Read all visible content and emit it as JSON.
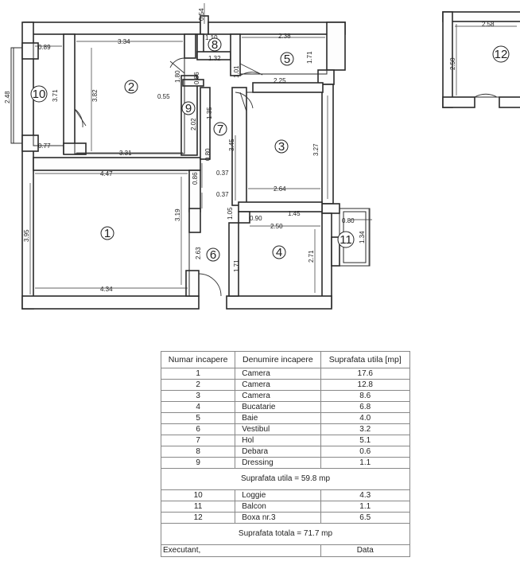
{
  "rooms": [
    {
      "number": "1"
    },
    {
      "number": "2"
    },
    {
      "number": "3"
    },
    {
      "number": "4"
    },
    {
      "number": "5"
    },
    {
      "number": "6"
    },
    {
      "number": "7"
    },
    {
      "number": "8"
    },
    {
      "number": "9"
    },
    {
      "number": "10"
    },
    {
      "number": "11"
    },
    {
      "number": "12"
    }
  ],
  "dimensions": {
    "d_054": "0.54",
    "d_089": "0.89",
    "d_334": "3.34",
    "d_110": "1.10",
    "d_238": "2.38",
    "d_258": "2.58",
    "d_250_box": "2.50",
    "d_248": "2.48",
    "d_371": "3.71",
    "d_382": "3.82",
    "d_180": "1.80",
    "d_086a": "0.86",
    "d_132": "1.32",
    "d_101": "1.01",
    "d_171a": "1.71",
    "d_225": "2.25",
    "d_055": "0.55",
    "d_202": "2.02",
    "d_135": "1.35",
    "d_077": "0.77",
    "d_331": "3.31",
    "d_080": "0.80",
    "d_345": "3.45",
    "d_327": "3.27",
    "d_447": "4.47",
    "d_037a": "0.37",
    "d_086b": "0.86",
    "d_037b": "0.37",
    "d_264": "2.64",
    "d_090": "0.90",
    "d_145": "1.45",
    "d_080b": "0.80",
    "d_250": "2.50",
    "d_105": "1.05",
    "d_134": "1.34",
    "d_395": "3.95",
    "d_319": "3.19",
    "d_263": "2.63",
    "d_171b": "1.71",
    "d_271": "2.71",
    "d_434": "4.34"
  },
  "table": {
    "headers": [
      "Numar incapere",
      "Denumire incapere",
      "Suprafata utila [mp]"
    ],
    "rows_main": [
      {
        "nr": "1",
        "name": "Camera",
        "area": "17.6"
      },
      {
        "nr": "2",
        "name": "Camera",
        "area": "12.8"
      },
      {
        "nr": "3",
        "name": "Camera",
        "area": "8.6"
      },
      {
        "nr": "4",
        "name": "Bucatarie",
        "area": "6.8"
      },
      {
        "nr": "5",
        "name": "Baie",
        "area": "4.0"
      },
      {
        "nr": "6",
        "name": "Vestibul",
        "area": "3.2"
      },
      {
        "nr": "7",
        "name": "Hol",
        "area": "5.1"
      },
      {
        "nr": "8",
        "name": "Debara",
        "area": "0.6"
      },
      {
        "nr": "9",
        "name": "Dressing",
        "area": "1.1"
      }
    ],
    "useful_total": "Suprafata utila = 59.8 mp",
    "rows_extra": [
      {
        "nr": "10",
        "name": "Loggie",
        "area": "4.3"
      },
      {
        "nr": "11",
        "name": "Balcon",
        "area": "1.1"
      },
      {
        "nr": "12",
        "name": "Boxa nr.3",
        "area": "6.5"
      }
    ],
    "grand_total": "Suprafata totala = 71.7 mp",
    "footer_left": "Executant,",
    "footer_right": "Data"
  }
}
